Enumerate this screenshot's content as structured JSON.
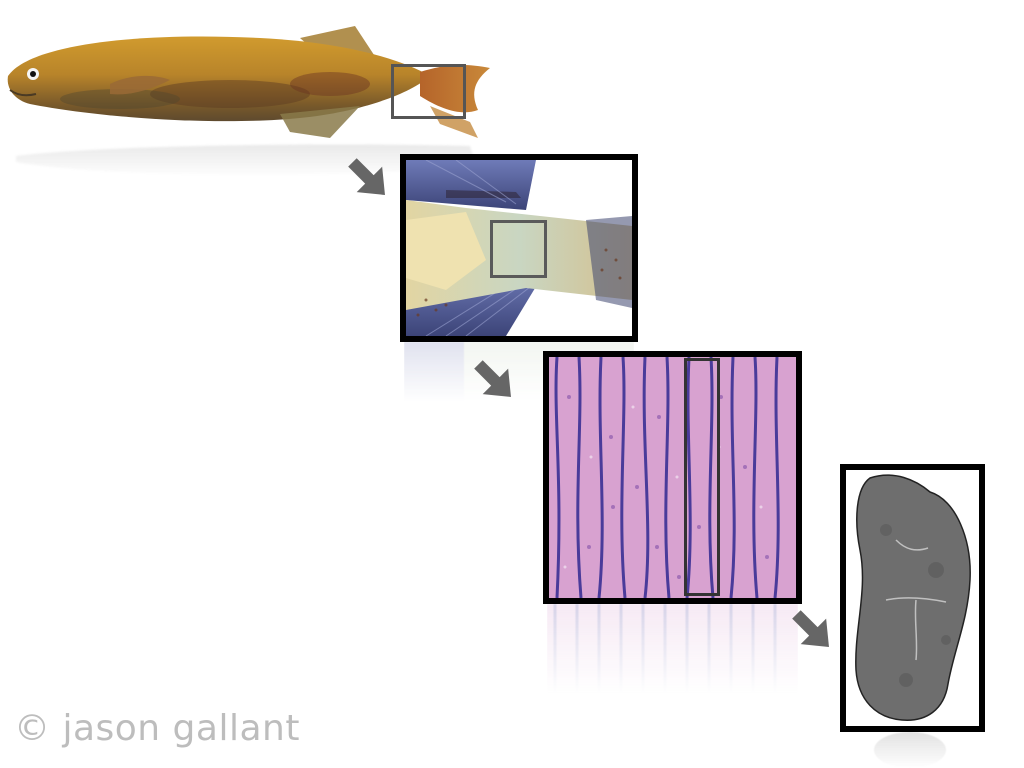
{
  "copyright": {
    "text": "© jason gallant",
    "color": "#bdbdbd"
  },
  "figure": {
    "panels": [
      {
        "subject": "fish-whole-body-image"
      },
      {
        "subject": "tail-close-up-image"
      },
      {
        "subject": "histology-stain-image"
      },
      {
        "subject": "single-cell-micrograph-image"
      }
    ],
    "arrow_icon": "arrow-down-right-icon",
    "colors": {
      "panel_border": "#000000",
      "zoom_box": "#555555",
      "arrow": "#666666",
      "fish_body": "#b8862a",
      "histology_pink": "#d79fd0",
      "histology_purple": "#4a3b9a",
      "cell_gray": "#6e6e6e"
    }
  }
}
